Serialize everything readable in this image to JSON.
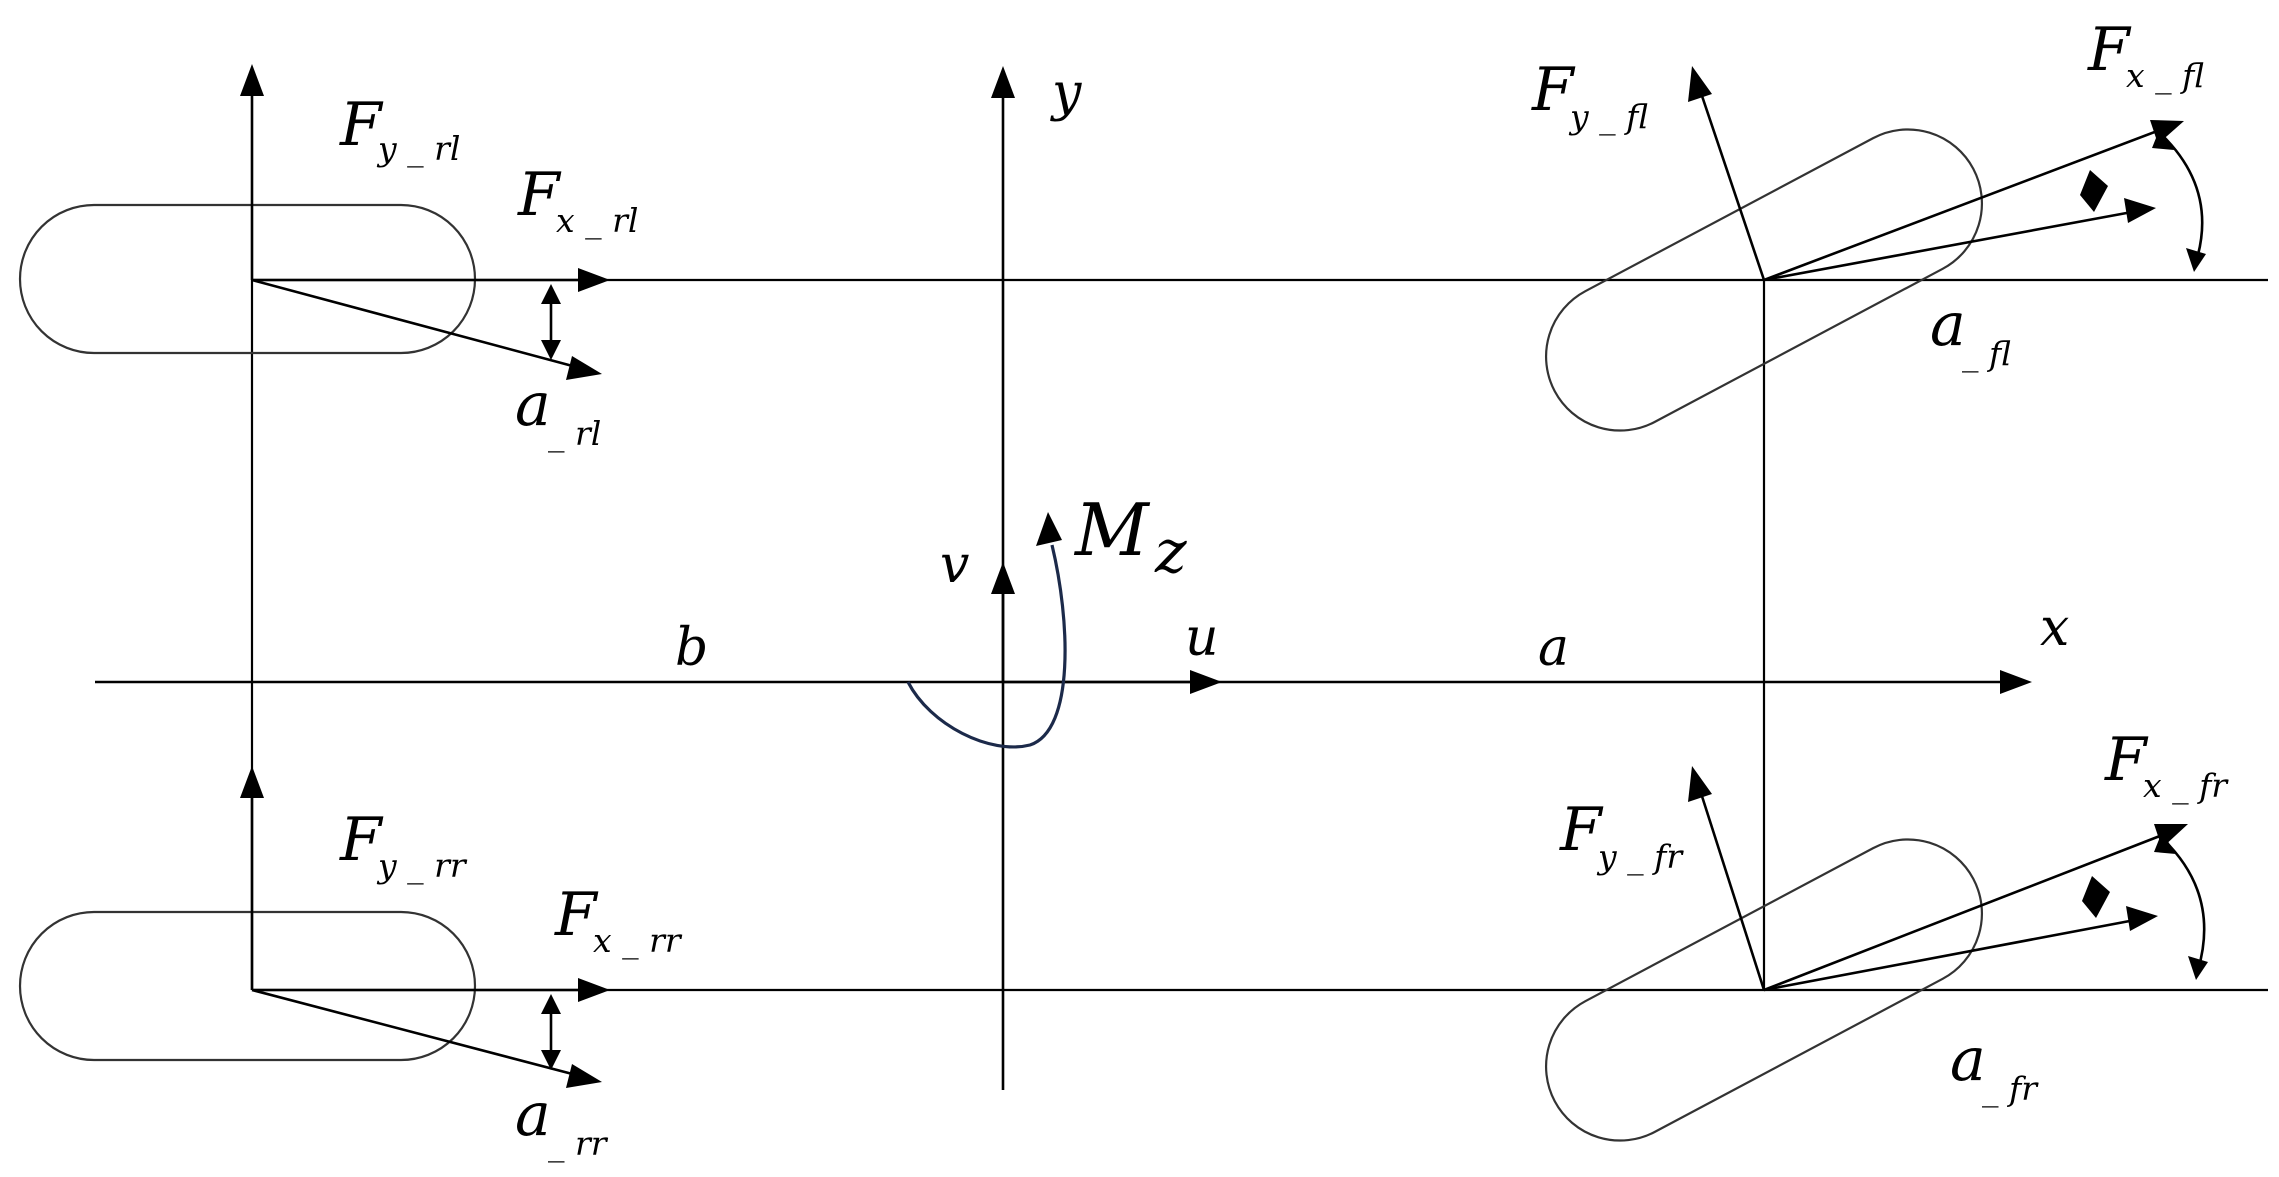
{
  "axes": {
    "x_label": "x",
    "y_label": "y",
    "u_label": "u",
    "v_label": "v"
  },
  "moment": {
    "symbol": "M",
    "subscript": "z"
  },
  "distances": {
    "front": "a",
    "rear": "b"
  },
  "wheels": {
    "rl": {
      "fx_main": "F",
      "fx_sub": "x _ rl",
      "fy_main": "F",
      "fy_sub": "y _ rl",
      "slip_main": "a",
      "slip_sub": "_ rl"
    },
    "rr": {
      "fx_main": "F",
      "fx_sub": "x _ rr",
      "fy_main": "F",
      "fy_sub": "y _ rr",
      "slip_main": "a",
      "slip_sub": "_ rr"
    },
    "fl": {
      "fx_main": "F",
      "fx_sub": "x _ fl",
      "fy_main": "F",
      "fy_sub": "y _ fl",
      "slip_main": "a",
      "slip_sub": "_ fl"
    },
    "fr": {
      "fx_main": "F",
      "fx_sub": "x _ fr",
      "fy_main": "F",
      "fy_sub": "y _ fr",
      "slip_main": "a",
      "slip_sub": "_ fr"
    }
  }
}
